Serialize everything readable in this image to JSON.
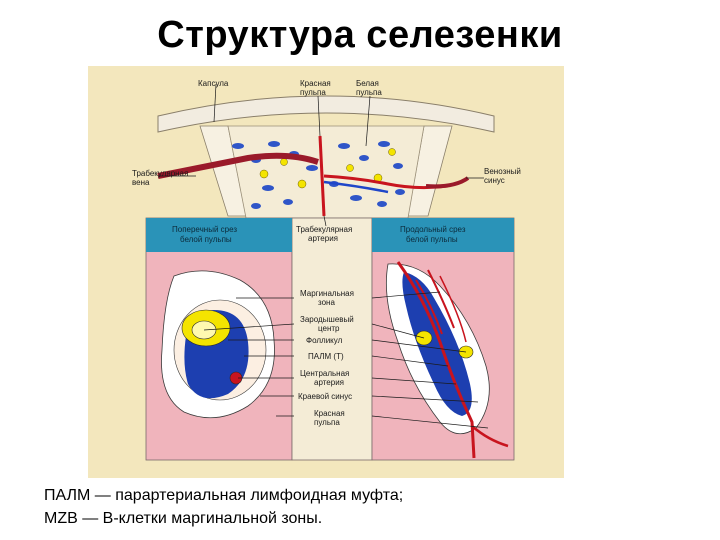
{
  "slide": {
    "title": "Структура селезенки"
  },
  "diagram": {
    "labels": {
      "capsule": "Капсула",
      "red_pulp_top_1": "Красная",
      "red_pulp_top_2": "пульпа",
      "white_pulp_1": "Белая",
      "white_pulp_2": "пульпа",
      "trabecular_vein_1": "Трабекулярная",
      "trabecular_vein_2": "вена",
      "venous_sinus_1": "Венозный",
      "venous_sinus_2": "синус",
      "cross_section_1": "Поперечный срез",
      "cross_section_2": "белой пульпы",
      "trabecular_artery_1": "Трабекулярная",
      "trabecular_artery_2": "артерия",
      "longitudinal_section_1": "Продольный срез",
      "longitudinal_section_2": "белой пульпы",
      "marginal_zone_1": "Маргинальная",
      "marginal_zone_2": "зона",
      "germinal_center_1": "Зародышевый",
      "germinal_center_2": "центр",
      "follicle": "Фолликул",
      "palm": "ПАЛМ (Т)",
      "central_artery_1": "Центральная",
      "central_artery_2": "артерия",
      "marginal_sinus": "Краевой синус",
      "red_pulp_bottom_1": "Красная",
      "red_pulp_bottom_2": "пульпа"
    },
    "colors": {
      "background": "#f3e7bd",
      "capsule": "#f2ece0",
      "red_pulp_pink": "#f0b4bc",
      "section_header": "#2a93b8",
      "palm_blue": "#1d3fb0",
      "follicle_yellow": "#f4e400",
      "artery_red": "#c8141e",
      "vein_blue": "#1f46c9",
      "white_pulp": "#ffffff"
    }
  },
  "caption": {
    "line1": "ПАЛМ — парартериальная лимфоидная муфта;",
    "line2": "MZB — В-клетки маргинальной зоны."
  }
}
